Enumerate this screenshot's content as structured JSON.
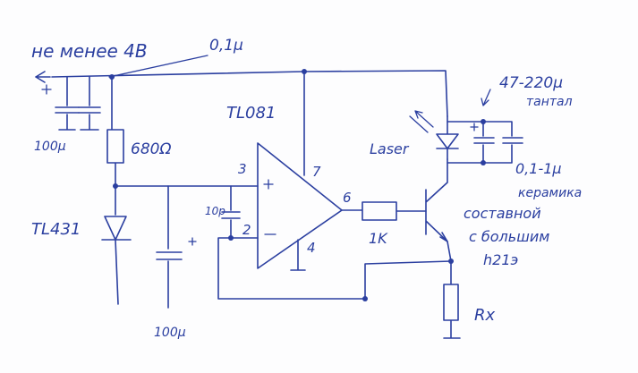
{
  "labels": {
    "supply_note": "не менее 4В",
    "cap_supply_ceramic": "0,1μ",
    "cap_supply_elec": "100μ",
    "resistor_divider": "680Ω",
    "regulator": "TL431",
    "opamp": "TL081",
    "cap_filter": "100μ",
    "cap_feedback": "10p",
    "pin3": "3",
    "pin2": "2",
    "pin7": "7",
    "pin4": "4",
    "pin6": "6",
    "resistor_base": "1K",
    "laser": "Laser",
    "cap_laser_tant": "47-220μ",
    "tant_note": "тантал",
    "cap_laser_ceramic": "0,1-1μ",
    "ceramic_note": "керамика",
    "transistor_note_1": "составной",
    "transistor_note_2": "с большим",
    "transistor_note_3": "h21э",
    "resistor_sense": "Rx"
  },
  "colors": {
    "ink": "#2b3fa0",
    "paper": "#fdfdfe"
  }
}
